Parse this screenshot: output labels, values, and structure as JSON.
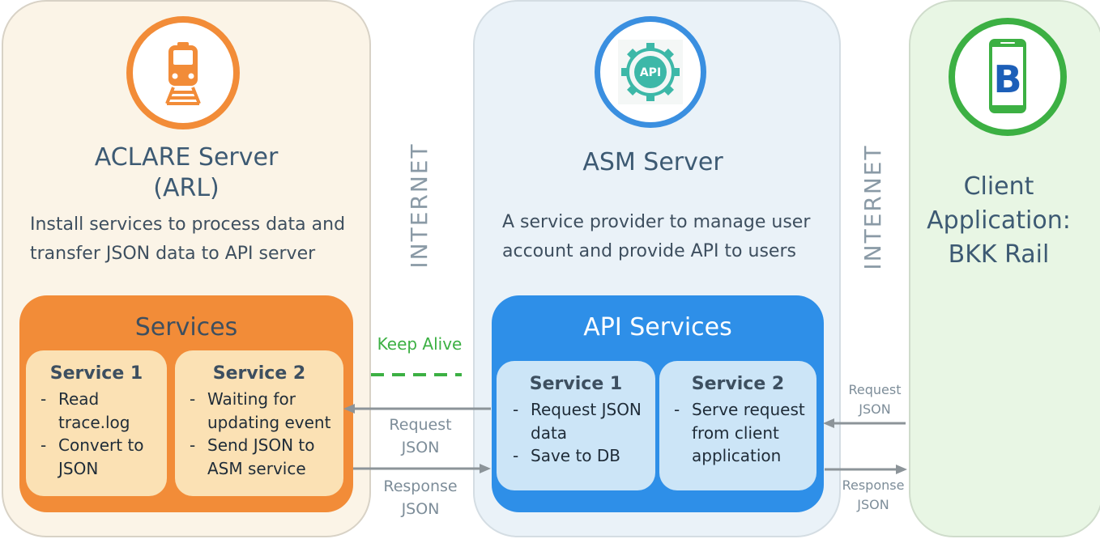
{
  "aclare": {
    "title_line1": "ACLARE Server",
    "title_line2": "(ARL)",
    "desc_line1": "Install services to process data and",
    "desc_line2": "transfer JSON data to API server",
    "services_title": "Services",
    "service1": {
      "title": "Service 1",
      "items": [
        {
          "line1": "Read",
          "line2": "trace.log"
        },
        {
          "line1": "Convert to",
          "line2": "JSON"
        }
      ]
    },
    "service2": {
      "title": "Service 2",
      "items": [
        {
          "line1": "Waiting for",
          "line2": "updating event"
        },
        {
          "line1": "Send JSON to",
          "line2": "ASM service"
        }
      ]
    },
    "icon": "train-icon",
    "color": "#f28c38"
  },
  "asm": {
    "title": "ASM Server",
    "desc_line1": "A service provider to manage user",
    "desc_line2": "account and provide API to users",
    "services_title": "API Services",
    "icon_text": "API",
    "service1": {
      "title": "Service 1",
      "items": [
        {
          "line1": "Request JSON",
          "line2": "data"
        },
        {
          "line1": "Save to  DB",
          "line2": ""
        }
      ]
    },
    "service2": {
      "title": "Service 2",
      "items": [
        {
          "line1": "Serve request",
          "line2": "from client",
          "line3": "application"
        }
      ]
    },
    "icon": "api-gear-icon",
    "color": "#2e8fe8"
  },
  "client": {
    "title_line1": "Client",
    "title_line2": "Application:",
    "title_line3": "BKK Rail",
    "icon": "bkk-rail-phone-icon",
    "icon_letter": "B",
    "color": "#3cb043"
  },
  "internet_left": "INTERNET",
  "internet_right": "INTERNET",
  "connections": {
    "keep_alive": "Keep Alive",
    "request_left_1": "Request",
    "request_left_2": "JSON",
    "response_left_1": "Response",
    "response_left_2": "JSON",
    "request_right_1": "Request",
    "request_right_2": "JSON",
    "response_right_1": "Response",
    "response_right_2": "JSON",
    "keep_alive_color": "#3cb043",
    "arrow_color": "#8c9499"
  }
}
